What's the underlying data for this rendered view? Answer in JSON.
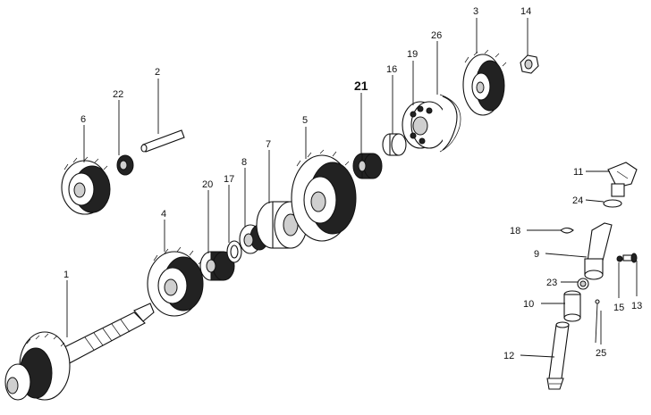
{
  "diagram": {
    "labels": {
      "p1": "1",
      "p2": "2",
      "p3": "3",
      "p4": "4",
      "p5": "5",
      "p6": "6",
      "p7": "7",
      "p8": "8",
      "p9": "9",
      "p10": "10",
      "p11": "11",
      "p12": "12",
      "p13": "13",
      "p14": "14",
      "p15": "15",
      "p16": "16",
      "p17": "17",
      "p18": "18",
      "p19": "19",
      "p20": "20",
      "p21": "21",
      "p22": "22",
      "p23": "23",
      "p24": "24",
      "p25": "25",
      "p26": "26"
    }
  }
}
